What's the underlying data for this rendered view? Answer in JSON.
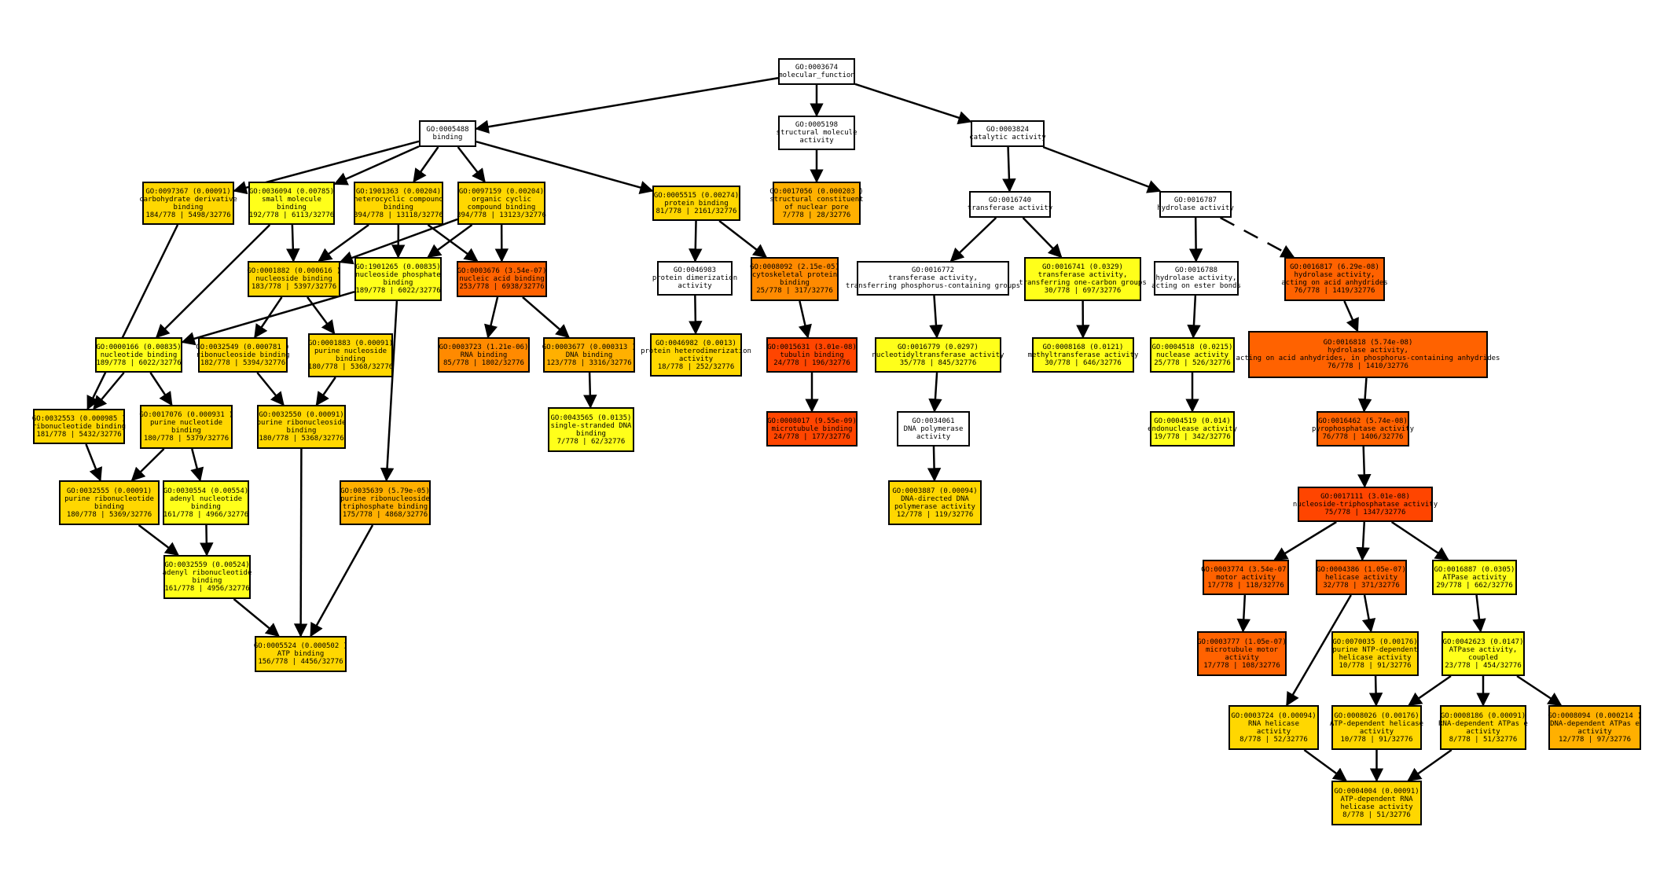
{
  "colors": {
    "white": "#ffffff",
    "yellow": "#ffff1a",
    "gold": "#ffd700",
    "amber": "#ffb000",
    "orange": "#ff8a00",
    "deep_orange": "#ff6200",
    "red_orange": "#ff4500"
  },
  "nodes": {
    "n0003674": {
      "lines": [
        "GO:0003674",
        "molecular_function"
      ],
      "fill": "white"
    },
    "n0005488": {
      "lines": [
        "GO:0005488",
        "binding"
      ],
      "fill": "white"
    },
    "n0005198": {
      "lines": [
        "GO:0005198",
        "structural molecule",
        "activity"
      ],
      "fill": "white"
    },
    "n0003824": {
      "lines": [
        "GO:0003824",
        "catalytic activity"
      ],
      "fill": "white"
    },
    "n0097367": {
      "lines": [
        "GO:0097367 (0.00091)",
        "carbohydrate derivative",
        "binding",
        "184/778 | 5498/32776"
      ],
      "fill": "gold"
    },
    "n0036094": {
      "lines": [
        "GO:0036094 (0.00785)",
        "small molecule",
        "binding",
        "192/778 | 6113/32776"
      ],
      "fill": "yellow"
    },
    "n1901363": {
      "lines": [
        "GO:1901363 (0.00204)",
        "heterocyclic compound",
        "binding",
        "394/778 | 13118/32776"
      ],
      "fill": "gold"
    },
    "n0097159": {
      "lines": [
        "GO:0097159 (0.00204)",
        "organic cyclic",
        "compound binding",
        "394/778 | 13123/32776"
      ],
      "fill": "gold"
    },
    "n0005515": {
      "lines": [
        "GO:0005515 (0.00274)",
        "protein binding",
        "81/778 | 2161/32776"
      ],
      "fill": "gold"
    },
    "n0017056": {
      "lines": [
        "GO:0017056 (0.000203 )",
        "structural constituent",
        "of nuclear pore",
        "7/778 | 28/32776"
      ],
      "fill": "amber"
    },
    "n0016740": {
      "lines": [
        "GO:0016740",
        "transferase activity"
      ],
      "fill": "white"
    },
    "n0016787": {
      "lines": [
        "GO:0016787",
        "hydrolase activity"
      ],
      "fill": "white"
    },
    "n0001882": {
      "lines": [
        "GO:0001882 (0.000616 )",
        "nucleoside binding",
        "183/778 | 5397/32776"
      ],
      "fill": "gold"
    },
    "n1901265": {
      "lines": [
        "GO:1901265 (0.00835)",
        "nucleoside phosphate",
        "binding",
        "189/778 | 6022/32776"
      ],
      "fill": "yellow"
    },
    "n0003676": {
      "lines": [
        "GO:0003676 (3.54e-07)",
        "nucleic acid binding",
        "253/778 | 6938/32776"
      ],
      "fill": "deep_orange"
    },
    "n0046983": {
      "lines": [
        "GO:0046983",
        "protein dimerization",
        "activity"
      ],
      "fill": "white"
    },
    "n0008092": {
      "lines": [
        "GO:0008092 (2.15e-05)",
        "cytoskeletal protein",
        "binding",
        "25/778 | 317/32776"
      ],
      "fill": "orange"
    },
    "n0016772": {
      "lines": [
        "GO:0016772",
        "transferase activity,",
        "transferring phosphorus-containing groups"
      ],
      "fill": "white"
    },
    "n0016741": {
      "lines": [
        "GO:0016741 (0.0329)",
        "transferase activity,",
        "transferring one-carbon groups",
        "30/778 | 697/32776"
      ],
      "fill": "yellow"
    },
    "n0016788": {
      "lines": [
        "GO:0016788",
        "hydrolase activity,",
        "acting on ester bonds"
      ],
      "fill": "white"
    },
    "n0016817": {
      "lines": [
        "GO:0016817 (6.29e-08)",
        "hydrolase activity,",
        "acting on acid anhydrides",
        "76/778 | 1419/32776"
      ],
      "fill": "deep_orange"
    },
    "n0000166": {
      "lines": [
        "GO:0000166 (0.00835)",
        "nucleotide binding",
        "189/778 | 6022/32776"
      ],
      "fill": "yellow"
    },
    "n0032549": {
      "lines": [
        "GO:0032549 (0.000781 )",
        "ribonucleoside binding",
        "182/778 | 5394/32776"
      ],
      "fill": "gold"
    },
    "n0001883": {
      "lines": [
        "GO:0001883 (0.00091)",
        "purine nucleoside",
        "binding",
        "180/778 | 5368/32776"
      ],
      "fill": "gold"
    },
    "n0003723": {
      "lines": [
        "GO:0003723 (1.21e-06)",
        "RNA binding",
        "85/778 | 1802/32776"
      ],
      "fill": "orange"
    },
    "n0003677": {
      "lines": [
        "GO:0003677 (0.000313 )",
        "DNA binding",
        "123/778 | 3316/32776"
      ],
      "fill": "amber"
    },
    "n0046982": {
      "lines": [
        "GO:0046982 (0.0013)",
        "protein heterodimerization",
        "activity",
        "18/778 | 252/32776"
      ],
      "fill": "gold"
    },
    "n0015631": {
      "lines": [
        "GO:0015631 (3.01e-08)",
        "tubulin binding",
        "24/778 | 196/32776"
      ],
      "fill": "red_orange"
    },
    "n0016779": {
      "lines": [
        "GO:0016779 (0.0297)",
        "nucleotidyltransferase activity",
        "35/778 | 845/32776"
      ],
      "fill": "yellow"
    },
    "n0008168": {
      "lines": [
        "GO:0008168 (0.0121)",
        "methyltransferase activity",
        "30/778 | 646/32776"
      ],
      "fill": "yellow"
    },
    "n0004518": {
      "lines": [
        "GO:0004518 (0.0215)",
        "nuclease activity",
        "25/778 | 526/32776"
      ],
      "fill": "yellow"
    },
    "n0016818": {
      "lines": [
        "GO:0016818 (5.74e-08)",
        "hydrolase activity,",
        "acting on acid anhydrides, in phosphorus-containing anhydrides",
        "76/778 | 1410/32776"
      ],
      "fill": "deep_orange"
    },
    "n0032553": {
      "lines": [
        "GO:0032553 (0.000985 )",
        "ribonucleotide binding",
        "181/778 | 5432/32776"
      ],
      "fill": "gold"
    },
    "n0017076": {
      "lines": [
        "GO:0017076 (0.000931 )",
        "purine nucleotide",
        "binding",
        "180/778 | 5379/32776"
      ],
      "fill": "gold"
    },
    "n0032550": {
      "lines": [
        "GO:0032550 (0.00091)",
        "purine ribonucleoside",
        "binding",
        "180/778 | 5368/32776"
      ],
      "fill": "gold"
    },
    "n0043565": {
      "lines": [
        "GO:0043565 (0.0135)",
        "single-stranded DNA",
        "binding",
        "7/778 | 62/32776"
      ],
      "fill": "yellow"
    },
    "n0008017": {
      "lines": [
        "GO:0008017 (9.55e-09)",
        "microtubule binding",
        "24/778 | 177/32776"
      ],
      "fill": "red_orange"
    },
    "n0034061": {
      "lines": [
        "GO:0034061",
        "DNA polymerase",
        "activity"
      ],
      "fill": "white"
    },
    "n0004519": {
      "lines": [
        "GO:0004519 (0.014)",
        "endonuclease activity",
        "19/778 | 342/32776"
      ],
      "fill": "yellow"
    },
    "n0016462": {
      "lines": [
        "GO:0016462 (5.74e-08)",
        "pyrophosphatase activity",
        "76/778 | 1406/32776"
      ],
      "fill": "deep_orange"
    },
    "n0032555": {
      "lines": [
        "GO:0032555 (0.00091)",
        "purine ribonucleotide",
        "binding",
        "180/778 | 5369/32776"
      ],
      "fill": "gold"
    },
    "n0030554": {
      "lines": [
        "GO:0030554 (0.00554)",
        "adenyl nucleotide",
        "binding",
        "161/778 | 4966/32776"
      ],
      "fill": "yellow"
    },
    "n0035639": {
      "lines": [
        "GO:0035639 (5.79e-05)",
        "purine ribonucleoside",
        "triphosphate binding",
        "175/778 | 4868/32776"
      ],
      "fill": "amber"
    },
    "n0003887": {
      "lines": [
        "GO:0003887 (0.00094)",
        "DNA-directed DNA",
        "polymerase activity",
        "12/778 | 119/32776"
      ],
      "fill": "gold"
    },
    "n0017111": {
      "lines": [
        "GO:0017111 (3.01e-08)",
        "nucleoside-triphosphatase activity",
        "75/778 | 1347/32776"
      ],
      "fill": "red_orange"
    },
    "n0032559": {
      "lines": [
        "GO:0032559 (0.00524)",
        "adenyl ribonucleotide",
        "binding",
        "161/778 | 4956/32776"
      ],
      "fill": "yellow"
    },
    "n0003774": {
      "lines": [
        "GO:0003774 (3.54e-07)",
        "motor activity",
        "17/778 | 118/32776"
      ],
      "fill": "deep_orange"
    },
    "n0004386": {
      "lines": [
        "GO:0004386 (1.05e-07)",
        "helicase activity",
        "32/778 | 371/32776"
      ],
      "fill": "deep_orange"
    },
    "n0016887": {
      "lines": [
        "GO:0016887 (0.0305)",
        "ATPase activity",
        "29/778 | 662/32776"
      ],
      "fill": "yellow"
    },
    "n0005524": {
      "lines": [
        "GO:0005524 (0.000502 )",
        "ATP binding",
        "156/778 | 4456/32776"
      ],
      "fill": "gold"
    },
    "n0003777": {
      "lines": [
        "GO:0003777 (1.05e-07)",
        "microtubule motor",
        "activity",
        "17/778 | 108/32776"
      ],
      "fill": "deep_orange"
    },
    "n0070035": {
      "lines": [
        "GO:0070035 (0.00176)",
        "purine NTP-dependent",
        "helicase activity",
        "10/778 | 91/32776"
      ],
      "fill": "gold"
    },
    "n0042623": {
      "lines": [
        "GO:0042623 (0.0147)",
        "ATPase activity,",
        "coupled",
        "23/778 | 454/32776"
      ],
      "fill": "yellow"
    },
    "n0003724": {
      "lines": [
        "GO:0003724 (0.00094)",
        "RNA helicase",
        "activity",
        "8/778 | 52/32776"
      ],
      "fill": "gold"
    },
    "n0008026": {
      "lines": [
        "GO:0008026 (0.00176)",
        "ATP-dependent helicase",
        "activity",
        "10/778 | 91/32776"
      ],
      "fill": "gold"
    },
    "n0008186": {
      "lines": [
        "GO:0008186 (0.00091)",
        "RNA-dependent ATPas e",
        "activity",
        "8/778 | 51/32776"
      ],
      "fill": "gold"
    },
    "n0008094": {
      "lines": [
        "GO:0008094 (0.000214 )",
        "DNA-dependent ATPas e",
        "activity",
        "12/778 | 97/32776"
      ],
      "fill": "amber"
    },
    "n0004004": {
      "lines": [
        "GO:0004004 (0.00091)",
        "ATP-dependent RNA",
        "helicase activity",
        "8/778 | 51/32776"
      ],
      "fill": "gold"
    }
  },
  "edges": [
    {
      "from": "n0003674",
      "to": "n0005488"
    },
    {
      "from": "n0003674",
      "to": "n0005198"
    },
    {
      "from": "n0003674",
      "to": "n0003824"
    },
    {
      "from": "n0005488",
      "to": "n0097367"
    },
    {
      "from": "n0005488",
      "to": "n0036094"
    },
    {
      "from": "n0005488",
      "to": "n1901363"
    },
    {
      "from": "n0005488",
      "to": "n0097159"
    },
    {
      "from": "n0005488",
      "to": "n0005515"
    },
    {
      "from": "n0005198",
      "to": "n0017056"
    },
    {
      "from": "n0003824",
      "to": "n0016740"
    },
    {
      "from": "n0003824",
      "to": "n0016787"
    },
    {
      "from": "n0036094",
      "to": "n0001882"
    },
    {
      "from": "n0036094",
      "to": "n0000166"
    },
    {
      "from": "n1901363",
      "to": "n0001882"
    },
    {
      "from": "n1901363",
      "to": "n1901265"
    },
    {
      "from": "n1901363",
      "to": "n0003676"
    },
    {
      "from": "n0097159",
      "to": "n0001882"
    },
    {
      "from": "n0097159",
      "to": "n1901265"
    },
    {
      "from": "n0097159",
      "to": "n0003676"
    },
    {
      "from": "n0097367",
      "to": "n0032553"
    },
    {
      "from": "n0005515",
      "to": "n0046983"
    },
    {
      "from": "n0005515",
      "to": "n0008092"
    },
    {
      "from": "n0017056",
      "to": "n0017056_end",
      "skip": true
    },
    {
      "from": "n0016740",
      "to": "n0016772"
    },
    {
      "from": "n0016740",
      "to": "n0016741"
    },
    {
      "from": "n0016787",
      "to": "n0016788"
    },
    {
      "from": "n0016787",
      "to": "n0016817",
      "dashed": true
    },
    {
      "from": "n0001882",
      "to": "n0032549"
    },
    {
      "from": "n0001882",
      "to": "n0001883"
    },
    {
      "from": "n1901265",
      "to": "n0000166"
    },
    {
      "from": "n1901265",
      "to": "n0035639"
    },
    {
      "from": "n0003676",
      "to": "n0003723"
    },
    {
      "from": "n0003676",
      "to": "n0003677"
    },
    {
      "from": "n0046983",
      "to": "n0046982"
    },
    {
      "from": "n0008092",
      "to": "n0015631"
    },
    {
      "from": "n0016772",
      "to": "n0016779"
    },
    {
      "from": "n0016741",
      "to": "n0008168"
    },
    {
      "from": "n0016788",
      "to": "n0004518"
    },
    {
      "from": "n0016817",
      "to": "n0016818"
    },
    {
      "from": "n0000166",
      "to": "n0032553"
    },
    {
      "from": "n0000166",
      "to": "n0017076"
    },
    {
      "from": "n0032549",
      "to": "n0032550"
    },
    {
      "from": "n0001883",
      "to": "n0032550"
    },
    {
      "from": "n0003677",
      "to": "n0043565"
    },
    {
      "from": "n0015631",
      "to": "n0008017"
    },
    {
      "from": "n0016779",
      "to": "n0034061"
    },
    {
      "from": "n0004518",
      "to": "n0004519"
    },
    {
      "from": "n0016818",
      "to": "n0016462"
    },
    {
      "from": "n0032553",
      "to": "n0032555"
    },
    {
      "from": "n0017076",
      "to": "n0032555"
    },
    {
      "from": "n0017076",
      "to": "n0030554"
    },
    {
      "from": "n0032550",
      "to": "n0005524"
    },
    {
      "from": "n0034061",
      "to": "n0003887"
    },
    {
      "from": "n0016462",
      "to": "n0017111"
    },
    {
      "from": "n0032555",
      "to": "n0032559"
    },
    {
      "from": "n0030554",
      "to": "n0032559"
    },
    {
      "from": "n0035639",
      "to": "n0005524"
    },
    {
      "from": "n0017111",
      "to": "n0003774"
    },
    {
      "from": "n0017111",
      "to": "n0004386"
    },
    {
      "from": "n0017111",
      "to": "n0016887"
    },
    {
      "from": "n0032559",
      "to": "n0005524"
    },
    {
      "from": "n0003774",
      "to": "n0003777"
    },
    {
      "from": "n0004386",
      "to": "n0070035"
    },
    {
      "from": "n0004386",
      "to": "n0003724"
    },
    {
      "from": "n0016887",
      "to": "n0042623"
    },
    {
      "from": "n0070035",
      "to": "n0008026"
    },
    {
      "from": "n0042623",
      "to": "n0008026"
    },
    {
      "from": "n0042623",
      "to": "n0008186"
    },
    {
      "from": "n0042623",
      "to": "n0008094"
    },
    {
      "from": "n0003724",
      "to": "n0004004"
    },
    {
      "from": "n0008026",
      "to": "n0004004"
    },
    {
      "from": "n0008186",
      "to": "n0004004"
    }
  ]
}
